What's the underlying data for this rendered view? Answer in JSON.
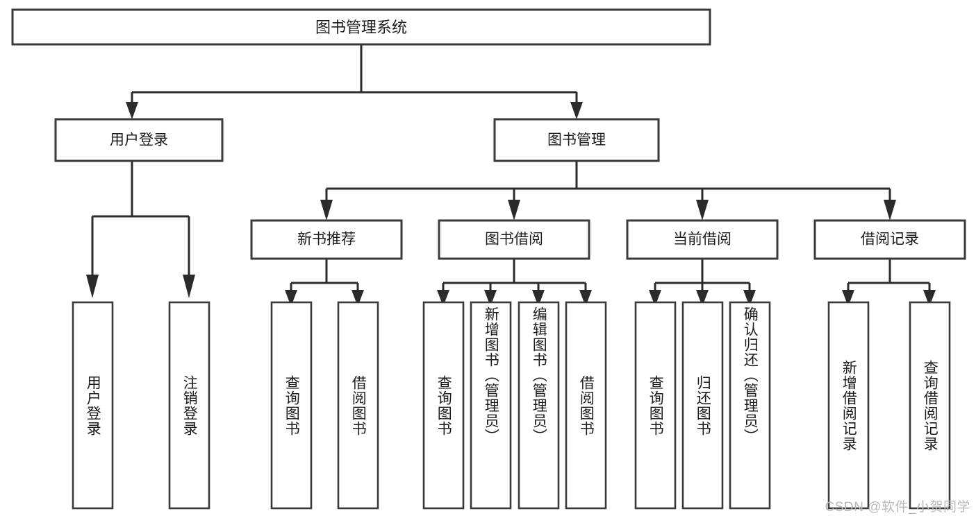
{
  "diagram": {
    "type": "tree",
    "title_node": {
      "id": "root",
      "label": "图书管理系统"
    },
    "level2": [
      {
        "id": "user-login",
        "label": "用户登录"
      },
      {
        "id": "book-mgmt",
        "label": "图书管理"
      }
    ],
    "level3": [
      {
        "id": "new-book-rec",
        "label": "新书推荐",
        "parent": "book-mgmt"
      },
      {
        "id": "book-borrow",
        "label": "图书借阅",
        "parent": "book-mgmt"
      },
      {
        "id": "current-borrow",
        "label": "当前借阅",
        "parent": "book-mgmt"
      },
      {
        "id": "borrow-record",
        "label": "借阅记录",
        "parent": "book-mgmt"
      }
    ],
    "leaves": [
      {
        "id": "leaf-user-login",
        "label": "用户登录",
        "parent": "user-login",
        "orientation": "vertical"
      },
      {
        "id": "leaf-user-logout",
        "label": "注销登录",
        "parent": "user-login",
        "orientation": "vertical"
      },
      {
        "id": "leaf-query-book-1",
        "label": "查询图书",
        "parent": "new-book-rec",
        "orientation": "vertical"
      },
      {
        "id": "leaf-borrow-book-1",
        "label": "借阅图书",
        "parent": "new-book-rec",
        "orientation": "vertical"
      },
      {
        "id": "leaf-query-book-2",
        "label": "查询图书",
        "parent": "book-borrow",
        "orientation": "vertical"
      },
      {
        "id": "leaf-add-book",
        "label": "新增图书（管理员）",
        "parent": "book-borrow",
        "orientation": "vertical"
      },
      {
        "id": "leaf-edit-book",
        "label": "编辑图书（管理员）",
        "parent": "book-borrow",
        "orientation": "vertical"
      },
      {
        "id": "leaf-borrow-book-2",
        "label": "借阅图书",
        "parent": "book-borrow",
        "orientation": "vertical"
      },
      {
        "id": "leaf-query-book-3",
        "label": "查询图书",
        "parent": "current-borrow",
        "orientation": "vertical"
      },
      {
        "id": "leaf-return-book",
        "label": "归还图书",
        "parent": "current-borrow",
        "orientation": "vertical"
      },
      {
        "id": "leaf-confirm-return",
        "label": "确认归还（管理员）",
        "parent": "current-borrow",
        "orientation": "vertical"
      },
      {
        "id": "leaf-add-record",
        "label": "新增借阅记录",
        "parent": "borrow-record",
        "orientation": "vertical"
      },
      {
        "id": "leaf-query-record",
        "label": "查询借阅记录",
        "parent": "borrow-record",
        "orientation": "vertical"
      }
    ]
  },
  "watermark": {
    "text": "CSDN @软件_小贺同学"
  },
  "colors": {
    "box_stroke": "#3a3a3a",
    "connector": "#2b2b2b",
    "box_fill": "#ffffff",
    "text": "#1c1c1c",
    "watermark": "#b9b9b9",
    "page_background": "#ffffff"
  }
}
